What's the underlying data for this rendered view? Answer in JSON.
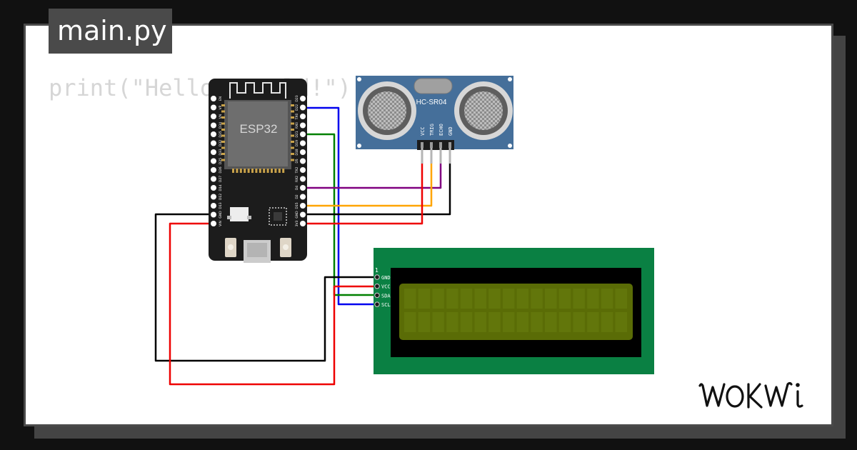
{
  "editor": {
    "filename": "main.py",
    "code_line": "print(\"Hello, World!\")"
  },
  "esp32": {
    "chip_label": "ESP32",
    "left_pins": [
      "EN",
      "VP",
      "VN",
      "D34",
      "D35",
      "D32",
      "D33",
      "D25",
      "D26",
      "D27",
      "D14",
      "D12",
      "D13",
      "GND",
      "VIN"
    ],
    "right_pins": [
      "D23",
      "D22",
      "TX0",
      "RX0",
      "D21",
      "D19",
      "D18",
      "D5",
      "TX2",
      "RX2",
      "D4",
      "D2",
      "D15",
      "GND",
      "3V3"
    ]
  },
  "sensor": {
    "label": "HC-SR04",
    "pins": [
      "VCC",
      "TRIG",
      "ECHO",
      "GND"
    ]
  },
  "lcd": {
    "pin1_marker": "1",
    "pins": [
      "GND",
      "VCC",
      "SDA",
      "SCL"
    ]
  },
  "brand": {
    "name": "WOKWI"
  },
  "colors": {
    "board": "#1c1c1c",
    "sensor_blue": "#456f9a",
    "lcd_green": "#0a8043",
    "lcd_screen": "#5a6c06",
    "wire_blue": "#0000ee",
    "wire_green": "#008000",
    "wire_purple": "#800080",
    "wire_orange": "#ffa500",
    "wire_black": "#000000",
    "wire_red": "#ee0000"
  }
}
